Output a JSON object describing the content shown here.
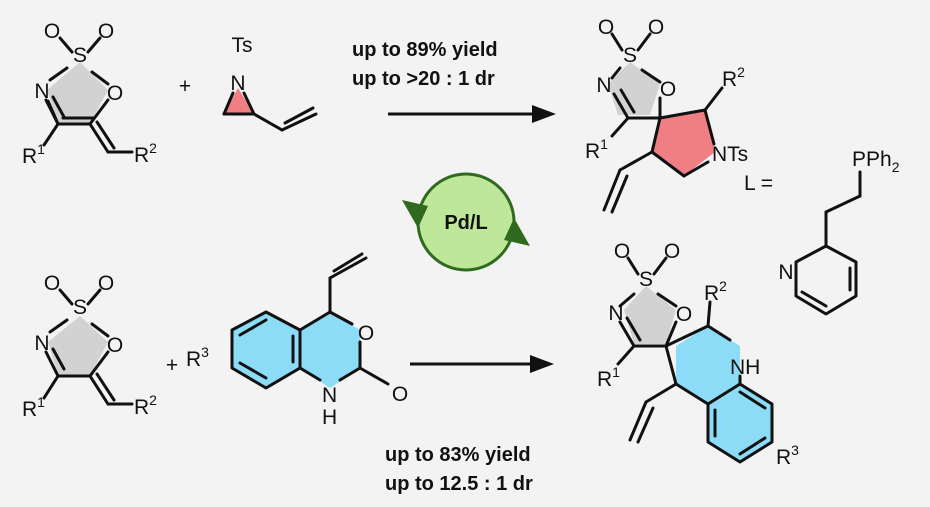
{
  "atoms": {
    "S": "S",
    "O": "O",
    "N": "N",
    "Ts": "Ts",
    "NTs": "NTs",
    "NH": "NH",
    "R": "R",
    "r1": "1",
    "r2": "2",
    "r3": "3",
    "plus": "+",
    "ligand_eq": "L =",
    "PPh": "PPh",
    "ph_sub": "2"
  },
  "top_reaction": {
    "yield": "up to 89% yield",
    "dr": "up to >20 : 1 dr"
  },
  "bottom_reaction": {
    "yield": "up to 83% yield",
    "dr": "up to 12.5 : 1 dr"
  },
  "catalyst": "Pd/L",
  "colors": {
    "pink_ring": "#f07f84",
    "blue_ring": "#8ddcf7",
    "catalyst_fill": "#bfe79a",
    "catalyst_arrow": "#2f6a1f",
    "sultam_fill": "#d2d2d2"
  }
}
